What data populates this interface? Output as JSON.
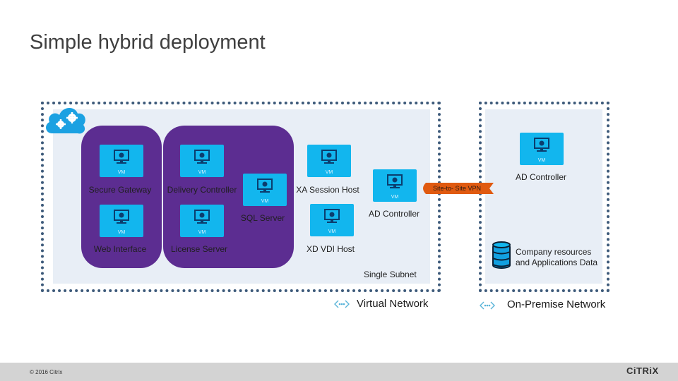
{
  "title": "Simple hybrid deployment",
  "azure": {
    "icon": "cloud-gears-icon",
    "groups": {
      "gateway_group": [
        {
          "name": "Secure Gateway",
          "badge": "VM"
        },
        {
          "name": "Web Interface",
          "badge": "VM"
        }
      ],
      "infrastructure_group": [
        {
          "name": "Delivery Controller",
          "badge": "VM"
        },
        {
          "name": "License Server",
          "badge": "VM"
        },
        {
          "name": "SQL Server",
          "badge": "VM"
        }
      ]
    },
    "hosts": [
      {
        "name": "XA Session Host",
        "badge": "VM"
      },
      {
        "name": "XD VDI Host",
        "badge": "VM"
      },
      {
        "name": "AD Controller",
        "badge": "VM"
      }
    ],
    "subnet_label": "Single Subnet",
    "network_label": "Virtual Network",
    "network_icon": "network-link-icon"
  },
  "vpn": {
    "label": "Site-to- Site VPN"
  },
  "on_premise": {
    "server": {
      "name": "AD Controller",
      "badge": "VM"
    },
    "database": {
      "line1": "Company resources",
      "line2": "and Applications Data",
      "icon": "database-icon"
    },
    "network_label": "On-Premise Network",
    "network_icon": "network-link-icon"
  },
  "footer": {
    "copyright": "© 2016 Citrix",
    "logo": "CiTRiX"
  },
  "colors": {
    "vm_tile": "#12b6ee",
    "group_bg": "#5c2d91",
    "panel_bg": "#e8eef6",
    "dotted_border": "#3d5a7a",
    "vpn_ribbon": "#e05a10",
    "cloud": "#1ba1e2"
  }
}
